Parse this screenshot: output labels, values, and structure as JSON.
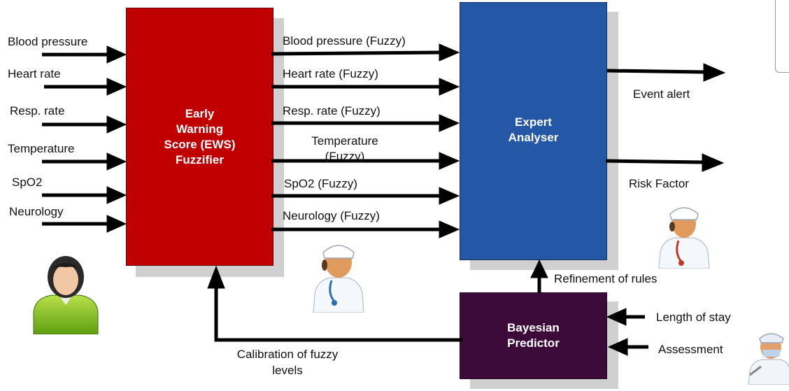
{
  "inputs": [
    "Blood pressure",
    "Heart rate",
    "Resp. rate",
    "Temperature",
    "SpO2",
    "Neurology"
  ],
  "fuzzy_outputs": [
    "Blood pressure (Fuzzy)",
    "Heart rate (Fuzzy)",
    "Resp. rate (Fuzzy)",
    "Temperature (Fuzzy)",
    "SpO2 (Fuzzy)",
    "Neurology (Fuzzy)"
  ],
  "ews_box": {
    "line1": "Early",
    "line2": "Warning",
    "line3": "Score (EWS)",
    "line4": "Fuzzifier",
    "color": "#c00000"
  },
  "expert_box": {
    "line1": "Expert",
    "line2": "Analyser",
    "color": "#2457a5"
  },
  "bayes_box": {
    "line1": "Bayesian",
    "line2": "Predictor",
    "color": "#3d0b3a"
  },
  "outputs": {
    "event_alert": "Event alert",
    "risk_factor": "Risk Factor"
  },
  "feedback": {
    "refinement": "Refinement of rules",
    "calibration_line1": "Calibration of fuzzy",
    "calibration_line2": "levels",
    "length_of_stay": "Length of stay",
    "assessment": "Assessment"
  },
  "icons": [
    "patient-icon",
    "nurse-icon",
    "doctor-icon",
    "surgeon-icon"
  ]
}
